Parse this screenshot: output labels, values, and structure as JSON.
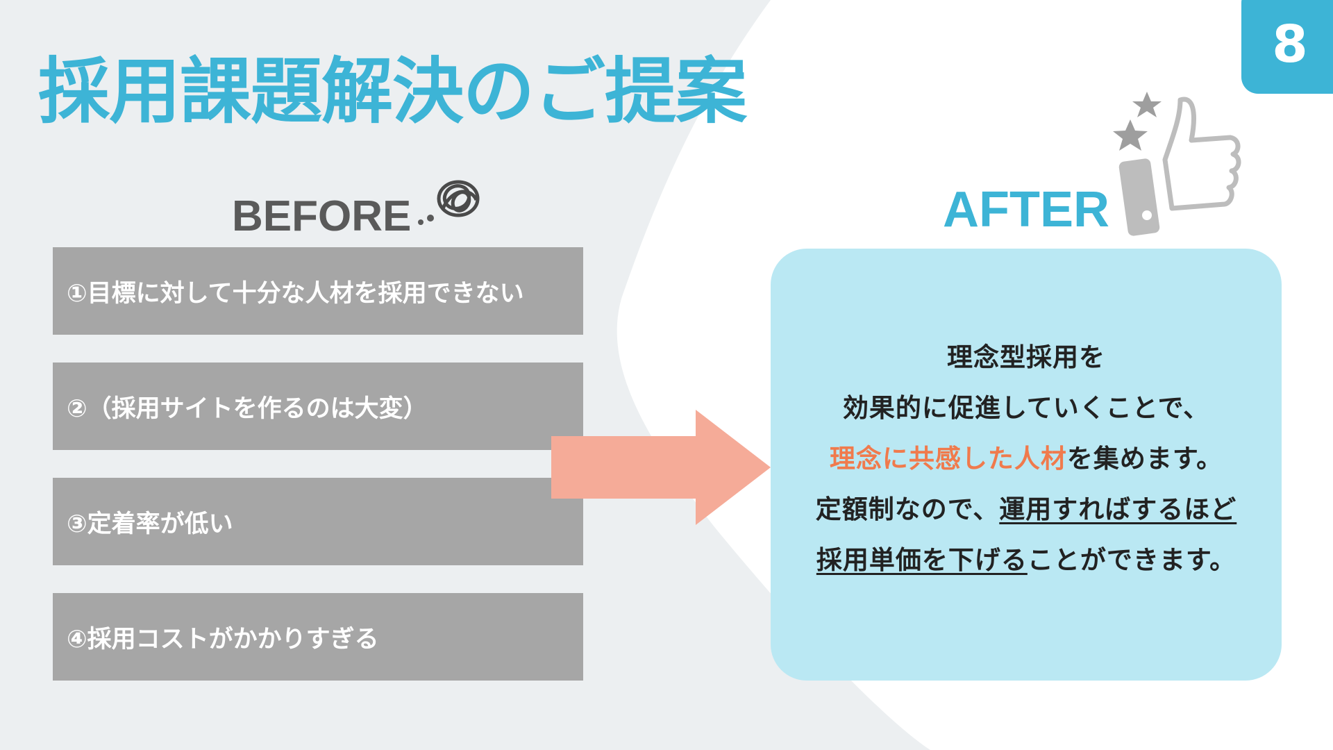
{
  "slide": {
    "page_number": "8",
    "title": "採用課題解決のご提案",
    "colors": {
      "accent": "#3db4d6",
      "grey_panel": "#a6a6a6",
      "light_background": "#eceff1",
      "arrow": "#f5ab98",
      "after_box": "#bae8f3",
      "highlight": "#f07a4c"
    }
  },
  "before": {
    "label": "BEFORE",
    "icon": "tangled-scribble-icon",
    "problems": [
      "①目標に対して十分な人材を採用できない",
      "②（採用サイトを作るのは大変）",
      "③定着率が低い",
      "④採用コストがかかりすぎる"
    ]
  },
  "transition": {
    "icon": "right-arrow-icon"
  },
  "after": {
    "label": "AFTER",
    "icon": "thumbs-up-stars-icon",
    "line1": "理念型採用を",
    "line2": "効果的に促進していくことで、",
    "line3_highlight": "理念に共感した人材",
    "line3_rest": "を集めます。",
    "line4_prefix": "定額制なので、",
    "line4_underline": "運用すればするほど",
    "line5_underline": "採用単価を下げる",
    "line5_rest": "ことができます。"
  }
}
